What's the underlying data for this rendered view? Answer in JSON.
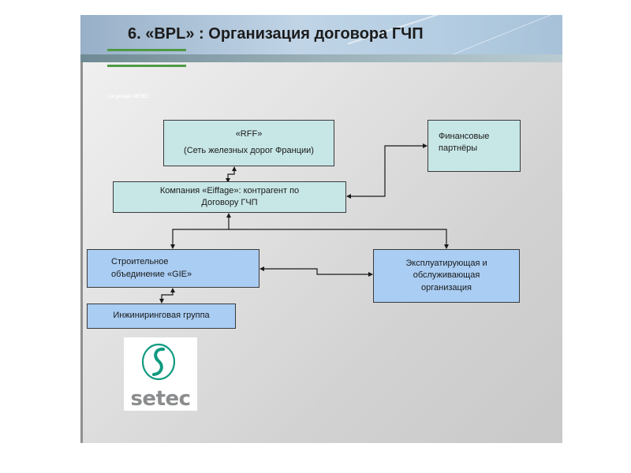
{
  "slide": {
    "title": "6. «BPL» : Организация договора ГЧП",
    "brand_strip_text": "Le groupe SETEC"
  },
  "diagram": {
    "nodes": [
      {
        "id": "rff",
        "lines": [
          "«RFF»",
          "(Сеть железных дорог Франции)"
        ]
      },
      {
        "id": "finance",
        "lines": [
          "Финансовые",
          "партнёры"
        ]
      },
      {
        "id": "eiffage",
        "lines": [
          "Компания «Eiffage»: контрагент по",
          "Договору ГЧП"
        ]
      },
      {
        "id": "gie",
        "lines": [
          "Строительное",
          "объединение «GIE»"
        ]
      },
      {
        "id": "operator",
        "lines": [
          "Эксплуатирующая и",
          "обслуживающая",
          "организация"
        ]
      },
      {
        "id": "engineering",
        "lines": [
          "Инжиниринговая группа"
        ]
      }
    ],
    "edges": [
      {
        "from": "eiffage",
        "to": "rff",
        "arrows": "both"
      },
      {
        "from": "eiffage",
        "to": "finance",
        "arrows": "both"
      },
      {
        "from": "eiffage",
        "to": "gie",
        "arrows": "both"
      },
      {
        "from": "eiffage",
        "to": "operator",
        "arrows": "both"
      },
      {
        "from": "gie",
        "to": "operator",
        "arrows": "both"
      },
      {
        "from": "gie",
        "to": "engineering",
        "arrows": "both"
      }
    ]
  },
  "logo": {
    "name": "setec-logo",
    "word": "setec",
    "color": "#8a8c8e",
    "accent": "#0f9a80"
  },
  "colors": {
    "teal_box": "#c7e6e6",
    "blue_box": "#a9cdf3",
    "brand_green": "#4f9a45"
  }
}
